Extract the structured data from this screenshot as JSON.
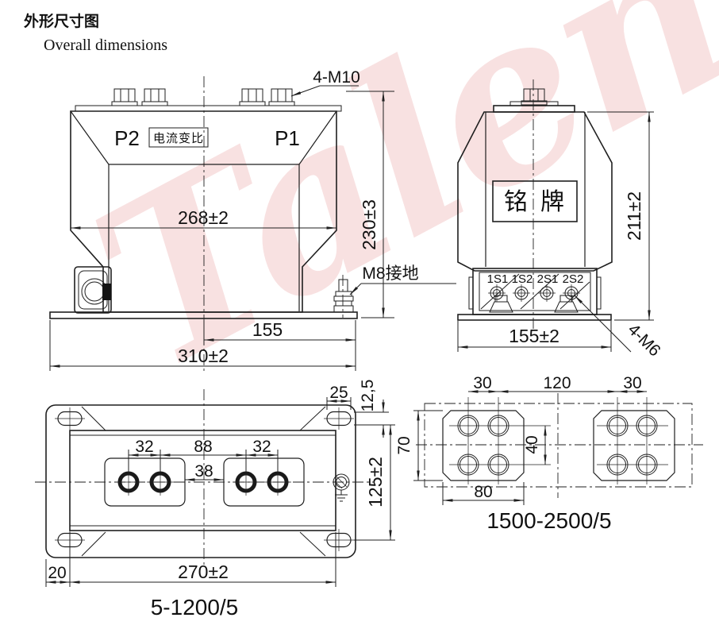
{
  "page": {
    "title_cn": "外形尺寸图",
    "title_en": "Overall dimensions"
  },
  "watermark": {
    "text": "Talent",
    "color": "#de6a6a"
  },
  "front": {
    "p2": "P2",
    "p1": "P1",
    "ratio_label": "电流变比",
    "bolt_label": "4-M10",
    "ground_label": "M8接地",
    "dim_body_width": "268±2",
    "dim_total_height": "230±3",
    "dim_center_to_edge": "155",
    "dim_base_width": "310±2"
  },
  "side": {
    "nameplate": "铭牌",
    "terminals": [
      "1S1",
      "1S2",
      "2S1",
      "2S2"
    ],
    "dim_height": "211±2",
    "dim_base_width": "155±2",
    "terminal_bolt_label": "4-M6"
  },
  "bvs": {
    "label": "5-1200/5",
    "dim_pitch_left": "32",
    "dim_pitch_mid": "88",
    "dim_pitch_right": "32",
    "dim_gap": "38",
    "dim_slot_w": "25",
    "dim_slot_offset": "12,5",
    "dim_slot_pitch_v": "125±2",
    "dim_mount_w": "270±2",
    "dim_margin": "20"
  },
  "bvl": {
    "label": "1500-2500/5",
    "dim_pitch_left": "30",
    "dim_pitch_mid": "120",
    "dim_pitch_right": "30",
    "dim_group_h": "70",
    "dim_row_pitch": "40",
    "dim_group_w": "80"
  }
}
